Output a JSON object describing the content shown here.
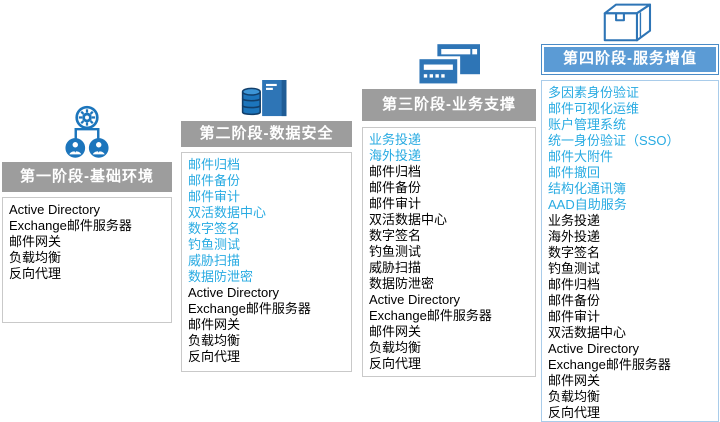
{
  "colors": {
    "highlight_text": "#29ABE2",
    "base_text": "#000000",
    "header_gray_bg": "#9D9D9D",
    "header_blue_bg": "#5B9BD5",
    "header_text": "#FFFFFF",
    "box_border_gray": "#C9C9C9",
    "box_border_blue": "#A9CCEA",
    "icon_blue": "#1C75BC",
    "icon_mid_blue": "#2E75B6",
    "icon_dark_blue": "#123F6B"
  },
  "phases": [
    {
      "title": "第一阶段-基础环境",
      "icon": "org-hierarchy-gear-icon",
      "header_style": "gray",
      "items": [
        {
          "label": "Active Directory",
          "highlight": false
        },
        {
          "label": "Exchange邮件服务器",
          "highlight": false
        },
        {
          "label": "邮件网关",
          "highlight": false
        },
        {
          "label": "负载均衡",
          "highlight": false
        },
        {
          "label": "反向代理",
          "highlight": false
        }
      ]
    },
    {
      "title": "第二阶段-数据安全",
      "icon": "database-server-icon",
      "header_style": "gray",
      "items": [
        {
          "label": "邮件归档",
          "highlight": true
        },
        {
          "label": "邮件备份",
          "highlight": true
        },
        {
          "label": "邮件审计",
          "highlight": true
        },
        {
          "label": "双活数据中心",
          "highlight": true
        },
        {
          "label": "数字签名",
          "highlight": true
        },
        {
          "label": "钓鱼测试",
          "highlight": true
        },
        {
          "label": "威胁扫描",
          "highlight": true
        },
        {
          "label": "数据防泄密",
          "highlight": true
        },
        {
          "label": "Active Directory",
          "highlight": false
        },
        {
          "label": "Exchange邮件服务器",
          "highlight": false
        },
        {
          "label": "邮件网关",
          "highlight": false
        },
        {
          "label": "负载均衡",
          "highlight": false
        },
        {
          "label": "反向代理",
          "highlight": false
        }
      ]
    },
    {
      "title": "第三阶段-业务支撑",
      "icon": "business-cards-icon",
      "header_style": "gray",
      "items": [
        {
          "label": "业务投递",
          "highlight": true
        },
        {
          "label": "海外投递",
          "highlight": true
        },
        {
          "label": "邮件归档",
          "highlight": false
        },
        {
          "label": "邮件备份",
          "highlight": false
        },
        {
          "label": "邮件审计",
          "highlight": false
        },
        {
          "label": "双活数据中心",
          "highlight": false
        },
        {
          "label": "数字签名",
          "highlight": false
        },
        {
          "label": "钓鱼测试",
          "highlight": false
        },
        {
          "label": "威胁扫描",
          "highlight": false
        },
        {
          "label": "数据防泄密",
          "highlight": false
        },
        {
          "label": "Active Directory",
          "highlight": false
        },
        {
          "label": "Exchange邮件服务器",
          "highlight": false
        },
        {
          "label": "邮件网关",
          "highlight": false
        },
        {
          "label": "负载均衡",
          "highlight": false
        },
        {
          "label": "反向代理",
          "highlight": false
        }
      ]
    },
    {
      "title": "第四阶段-服务增值",
      "icon": "package-box-icon",
      "header_style": "blue",
      "items": [
        {
          "label": "多因素身份验证",
          "highlight": true
        },
        {
          "label": "邮件可视化运维",
          "highlight": true
        },
        {
          "label": "账户管理系统",
          "highlight": true
        },
        {
          "label": "统一身份验证（SSO）",
          "highlight": true
        },
        {
          "label": "邮件大附件",
          "highlight": true
        },
        {
          "label": "邮件撤回",
          "highlight": true
        },
        {
          "label": "结构化通讯簿",
          "highlight": true
        },
        {
          "label": "AAD自助服务",
          "highlight": true
        },
        {
          "label": "业务投递",
          "highlight": false
        },
        {
          "label": "海外投递",
          "highlight": false
        },
        {
          "label": "数字签名",
          "highlight": false
        },
        {
          "label": "钓鱼测试",
          "highlight": false
        },
        {
          "label": "邮件归档",
          "highlight": false
        },
        {
          "label": "邮件备份",
          "highlight": false
        },
        {
          "label": "邮件审计",
          "highlight": false
        },
        {
          "label": "双活数据中心",
          "highlight": false
        },
        {
          "label": "Active Directory",
          "highlight": false
        },
        {
          "label": "Exchange邮件服务器",
          "highlight": false
        },
        {
          "label": "邮件网关",
          "highlight": false
        },
        {
          "label": "负载均衡",
          "highlight": false
        },
        {
          "label": "反向代理",
          "highlight": false
        }
      ]
    }
  ]
}
